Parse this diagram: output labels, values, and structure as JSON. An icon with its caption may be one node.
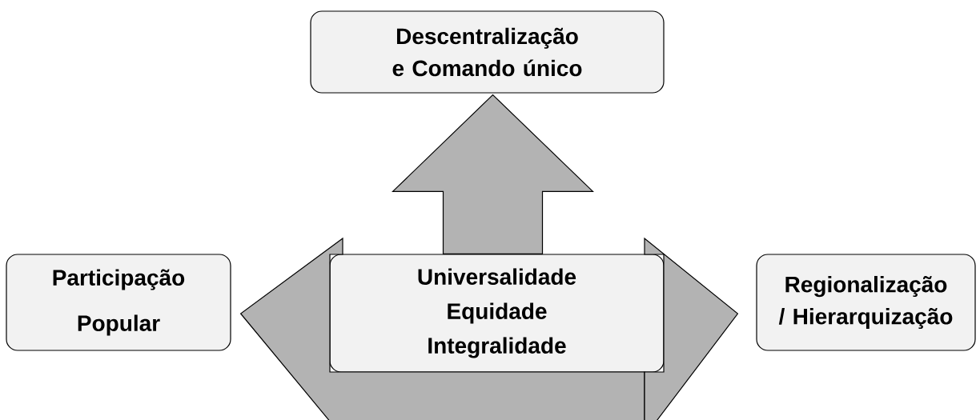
{
  "diagram": {
    "nodes": [
      {
        "text": [
          "Descentralização e Comando único"
        ]
      },
      {
        "text": [
          "Participação Popular"
        ]
      },
      {
        "text": [
          "Universalidade",
          "Equidade",
          "Integralidade"
        ]
      },
      {
        "text": [
          "Regionalização / Hierarquização"
        ]
      }
    ],
    "edges": [
      {
        "from": 2,
        "to": 0,
        "arrow": "to"
      },
      {
        "from": 2,
        "to": 1,
        "arrow": "to"
      },
      {
        "from": 2,
        "to": 3,
        "arrow": "to"
      }
    ]
  }
}
